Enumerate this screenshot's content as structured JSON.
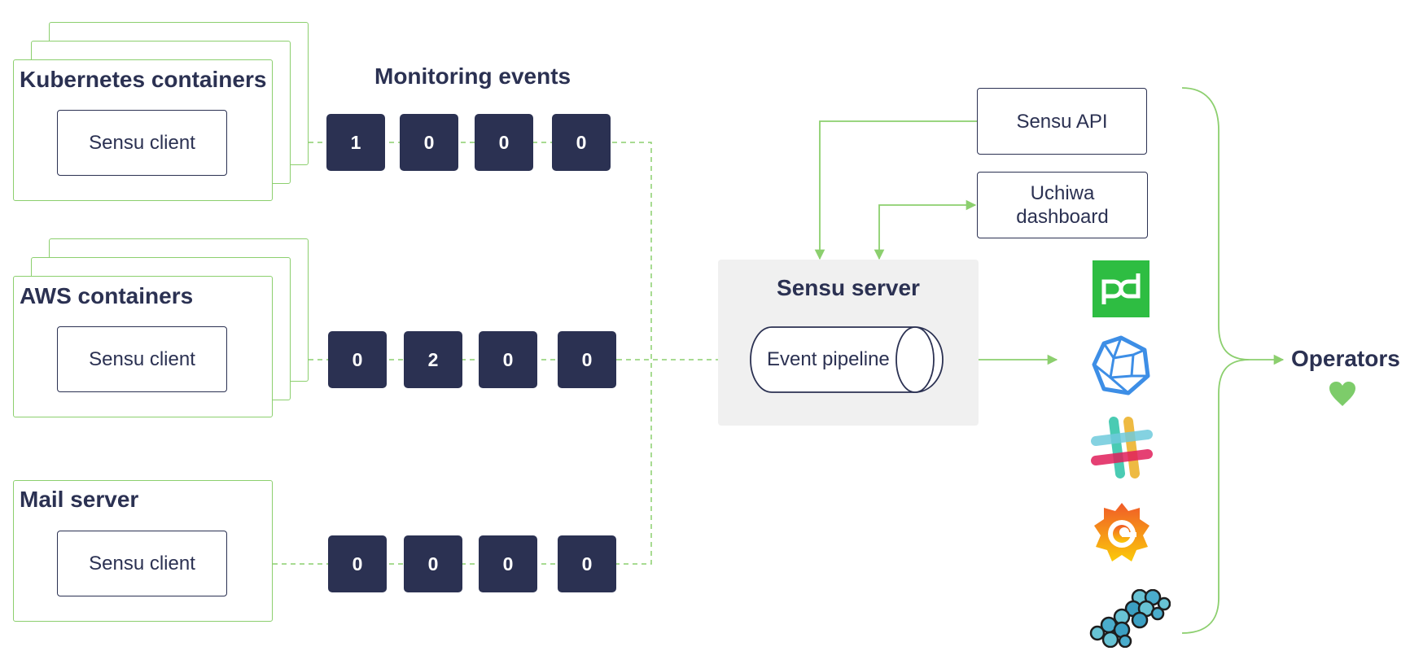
{
  "monitoring_events_title": "Monitoring events",
  "groups": [
    {
      "title": "Kubernetes containers",
      "client": "Sensu client",
      "events": [
        "1",
        "0",
        "0",
        "0"
      ]
    },
    {
      "title": "AWS containers",
      "client": "Sensu client",
      "events": [
        "0",
        "2",
        "0",
        "0"
      ]
    },
    {
      "title": "Mail server",
      "client": "Sensu client",
      "events": [
        "0",
        "0",
        "0",
        "0"
      ]
    }
  ],
  "server": {
    "title": "Sensu server",
    "pipeline": "Event pipeline"
  },
  "services": {
    "api": "Sensu API",
    "dashboard_line1": "Uchiwa",
    "dashboard_line2": "dashboard"
  },
  "integrations": [
    "pagerduty-icon",
    "polyhedron-icon",
    "slack-icon",
    "grafana-icon",
    "hexagon-cluster-icon"
  ],
  "operators": "Operators",
  "colors": {
    "navy": "#2b3152",
    "green": "#8ccf6e",
    "server_bg": "#f0f0f0"
  }
}
